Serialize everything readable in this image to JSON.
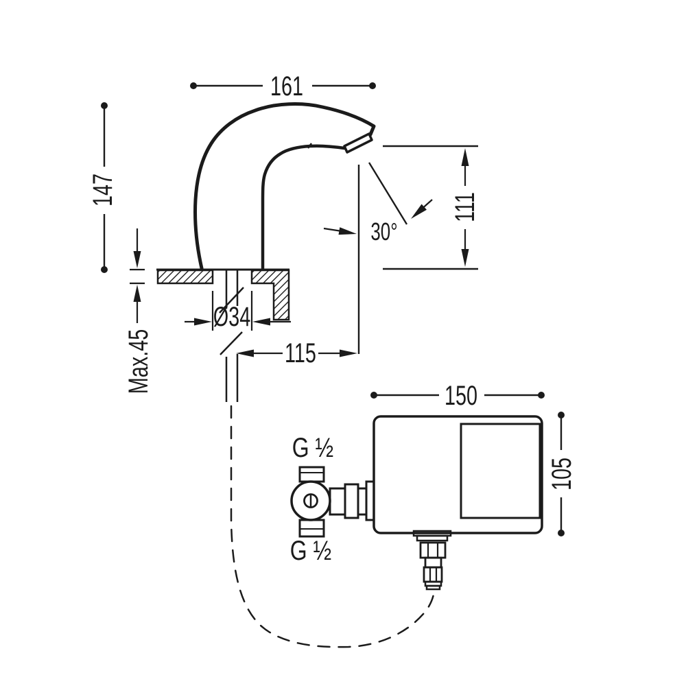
{
  "drawing": {
    "type": "technical-dimension-diagram",
    "dimensions": {
      "spout_width": "161",
      "total_height": "147",
      "outlet_height": "111",
      "spray_angle": "30°",
      "base_diameter": "Ø34",
      "max_mount_thickness": "Max.45",
      "outlet_offset": "115",
      "box_width": "150",
      "box_height": "105",
      "thread_top": "G ½",
      "thread_bottom": "G ½"
    },
    "colors": {
      "line": "#1b1b1b",
      "background": "#ffffff"
    }
  }
}
